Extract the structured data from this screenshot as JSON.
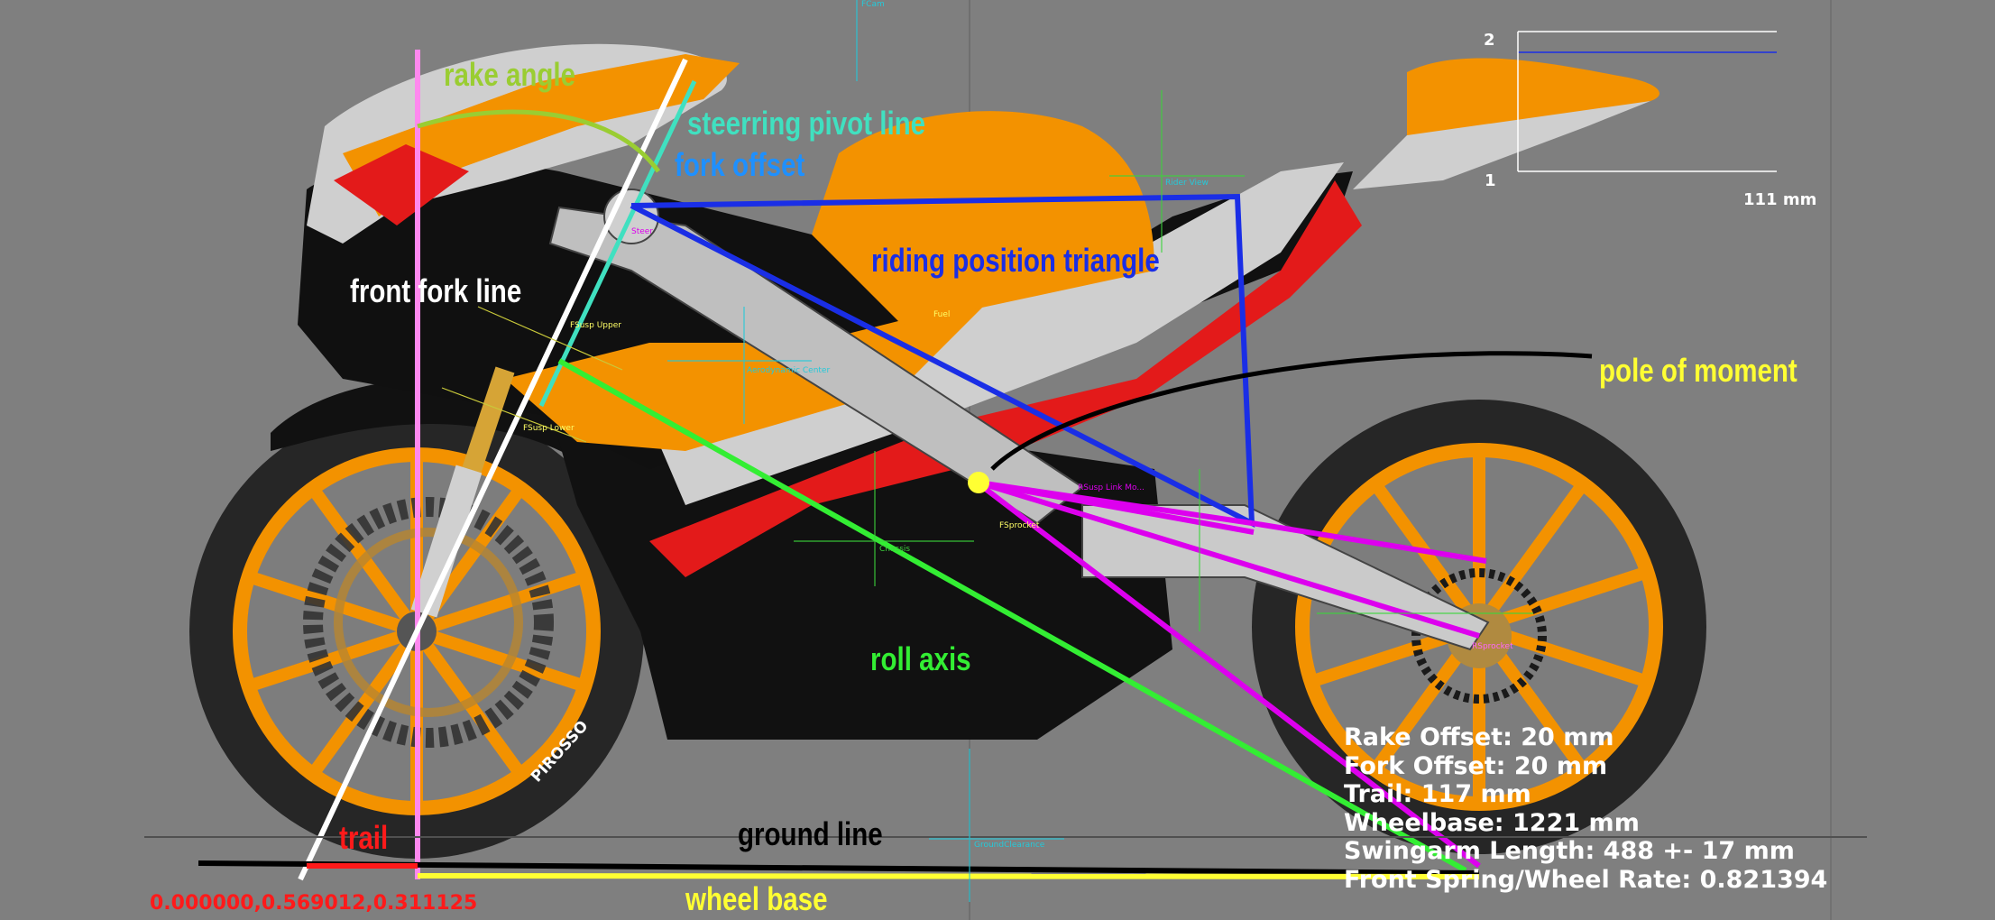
{
  "labels": {
    "rake_angle": "rake angle",
    "steering_pivot_line": "steerring pivot line",
    "fork_offset": "fork offset",
    "riding_position_triangle": "riding position triangle",
    "front_fork_line": "front fork line",
    "pole_of_moment": "pole of moment",
    "roll_axis": "roll axis",
    "trail": "trail",
    "ground_line": "ground line",
    "wheel_base": "wheel base"
  },
  "small_labels": {
    "rider_view": "Rider View",
    "fsusp_upper": "FSusp Upper",
    "fsusp_lower": "FSusp Lower",
    "aerodynamic_center": "Aerodynamic Center",
    "fsprocket": "FSprocket",
    "chassis": "Chassis",
    "rsprocket": "RSprocket",
    "ground_clearance": "GroundClearance",
    "steer": "Steer",
    "fuel": "Fuel",
    "cam": "FCam",
    "rsusp": "RSusp Link Mo..."
  },
  "stats": {
    "rake_offset": "Rake Offset: 20 mm",
    "fork_offset": "Fork Offset: 20 mm",
    "trail": "Trail: 117 mm",
    "wheelbase": "Wheelbase: 1221 mm",
    "swingarm_length": "Swingarm Length: 488 +- 17 mm",
    "front_spring_rate": "Front Spring/Wheel Rate: 0.821394"
  },
  "coordinates": "0.000000,0.569012,0.311125",
  "scale": {
    "mark_top": "2",
    "mark_bottom": "1",
    "measure": "111 mm"
  },
  "tyre_brand": "PIROSSO",
  "colors": {
    "background": "#808080",
    "rake_angle": "#9acd32",
    "steering_pivot": "#40e0c0",
    "fork_offset": "#1e90ff",
    "riding_triangle": "#1a2ee6",
    "front_fork_line": "#ffffff",
    "pole_of_moment": "#ffff33",
    "roll_axis": "#33ee33",
    "trail": "#ff1a1a",
    "ground_line": "#000000",
    "wheel_base": "#ffff33",
    "swingarm": "#dd00ee",
    "vertical": "#ff88ee"
  }
}
